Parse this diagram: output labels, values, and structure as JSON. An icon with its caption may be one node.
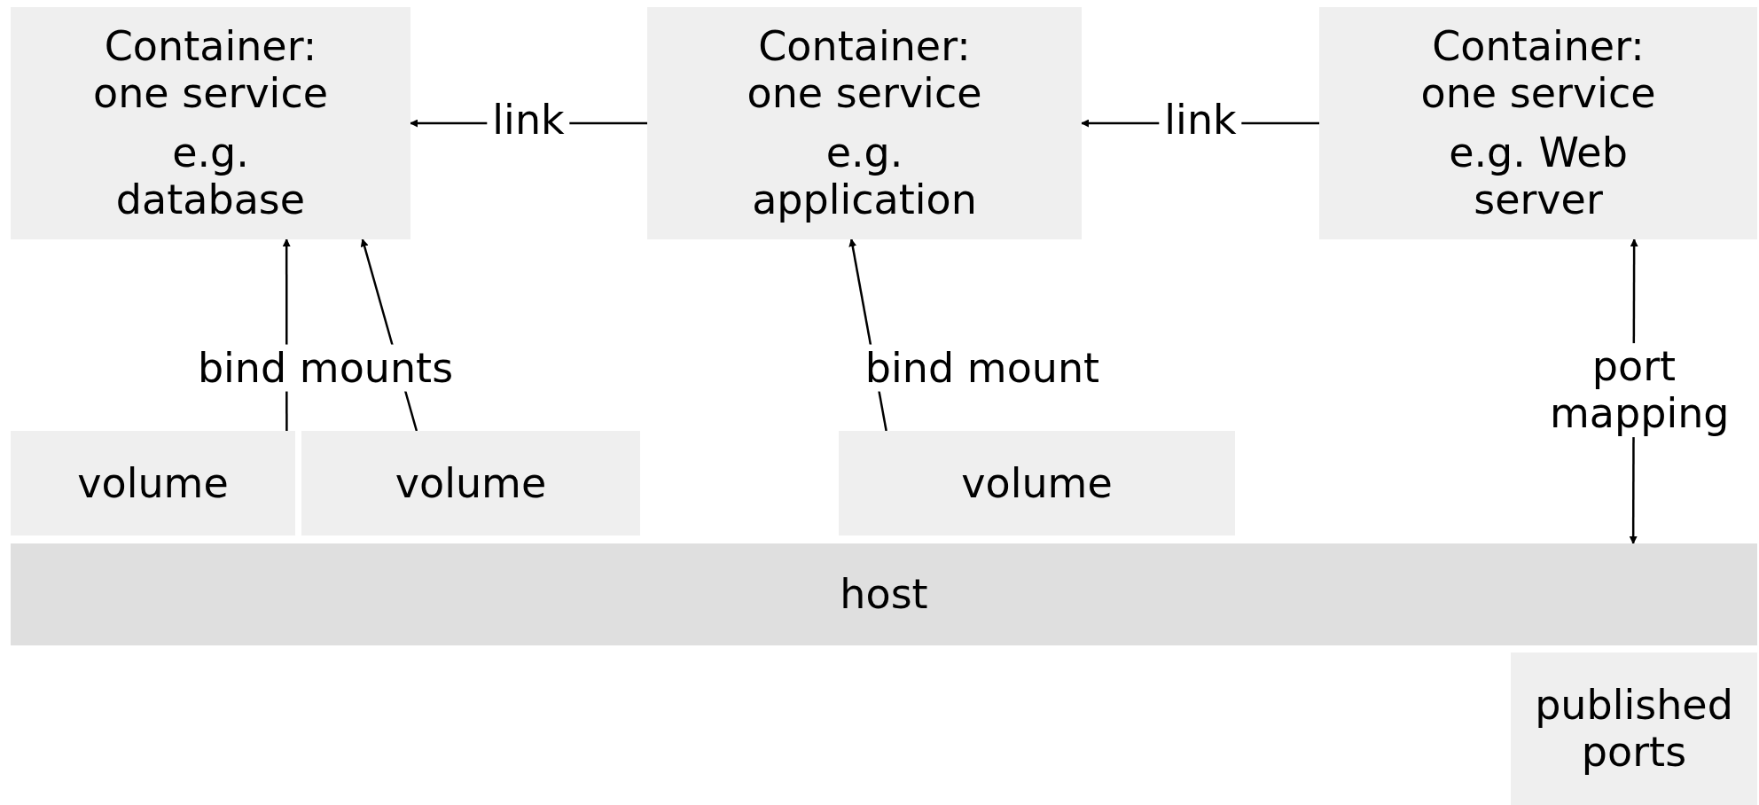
{
  "diagram": {
    "nodes": [
      {
        "text": [
          "Container: one service",
          "e.g. database"
        ]
      },
      {
        "text": [
          "Container: one service",
          "e.g. application"
        ]
      },
      {
        "text": [
          "Container: one service",
          "e.g. Web server"
        ]
      },
      {
        "text": [
          "volume"
        ]
      },
      {
        "text": [
          "volume"
        ]
      },
      {
        "text": [
          "volume"
        ]
      },
      {
        "text": [
          "host"
        ]
      },
      {
        "text": [
          "published ports"
        ]
      }
    ],
    "edges": [
      {
        "from": 1,
        "to": 0,
        "arrow": "to",
        "label": "link"
      },
      {
        "from": 2,
        "to": 1,
        "arrow": "to",
        "label": "link"
      },
      {
        "from": 3,
        "to": 0,
        "arrow": "to",
        "label": "bind mounts"
      },
      {
        "from": 4,
        "to": 0,
        "arrow": "to"
      },
      {
        "from": 5,
        "to": 1,
        "arrow": "to",
        "label": "bind mount"
      },
      {
        "from": 6,
        "to": 2,
        "arrow": "both",
        "label": "port mapping"
      }
    ]
  }
}
